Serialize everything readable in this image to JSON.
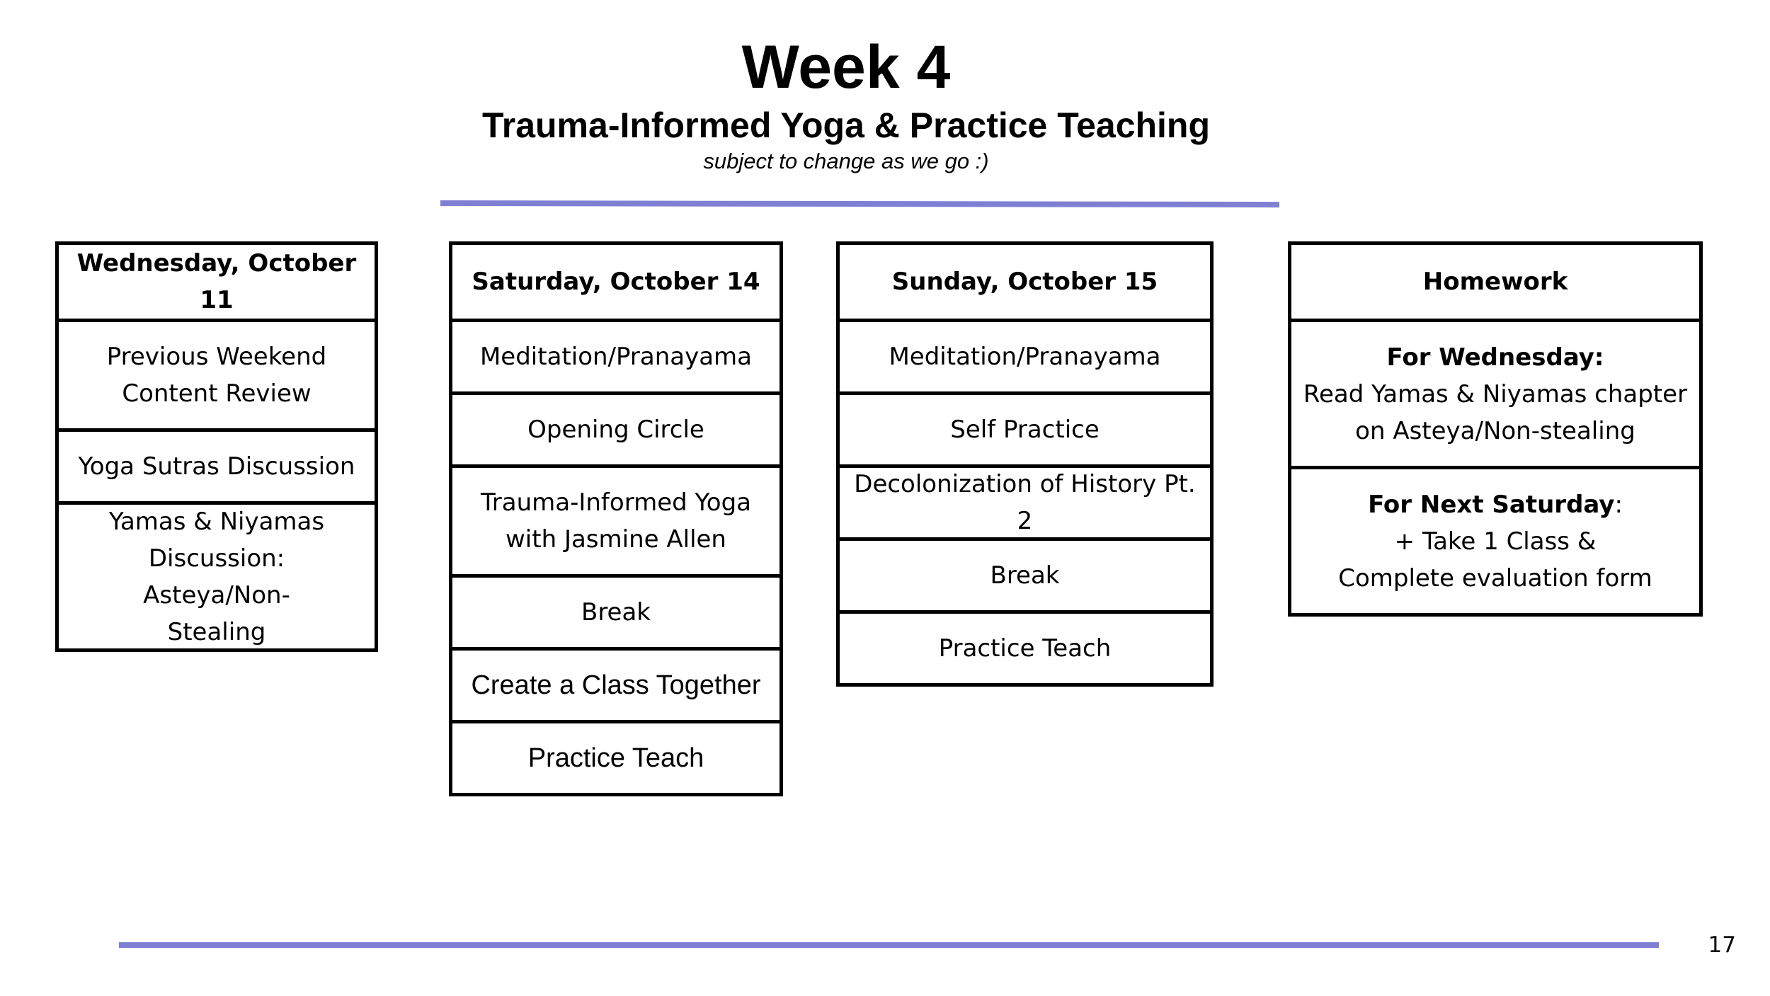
{
  "header": {
    "title": "Week 4",
    "subtitle": "Trauma-Informed Yoga & Practice Teaching",
    "note": "subject to change as we go :)"
  },
  "columns": [
    {
      "heading": "Wednesday, October 11",
      "items": [
        "Previous Weekend Content Review",
        "Yoga Sutras Discussion",
        "Yamas & Niyamas Discussion: Asteya/Non-Stealing"
      ]
    },
    {
      "heading": "Saturday, October 14",
      "items": [
        "Meditation/Pranayama",
        "Opening Circle",
        "Trauma-Informed Yoga with Jasmine Allen",
        "Break",
        "Create a Class Together",
        "Practice Teach"
      ]
    },
    {
      "heading": "Sunday, October 15",
      "items": [
        "Meditation/Pranayama",
        "Self Practice",
        "Decolonization of History Pt. 2",
        "Break",
        "Practice Teach"
      ]
    },
    {
      "heading": "Homework",
      "items": [
        {
          "label": "For Wednesday:",
          "text": "Read Yamas & Niyamas chapter on Asteya/Non-stealing"
        },
        {
          "label": "For Next Saturday",
          "suffix": ":",
          "text": "+ Take 1 Class & Complete evaluation form"
        }
      ]
    }
  ],
  "page_number": "17",
  "colors": {
    "accent_rule": "#7f7fd4",
    "border": "#000000"
  }
}
